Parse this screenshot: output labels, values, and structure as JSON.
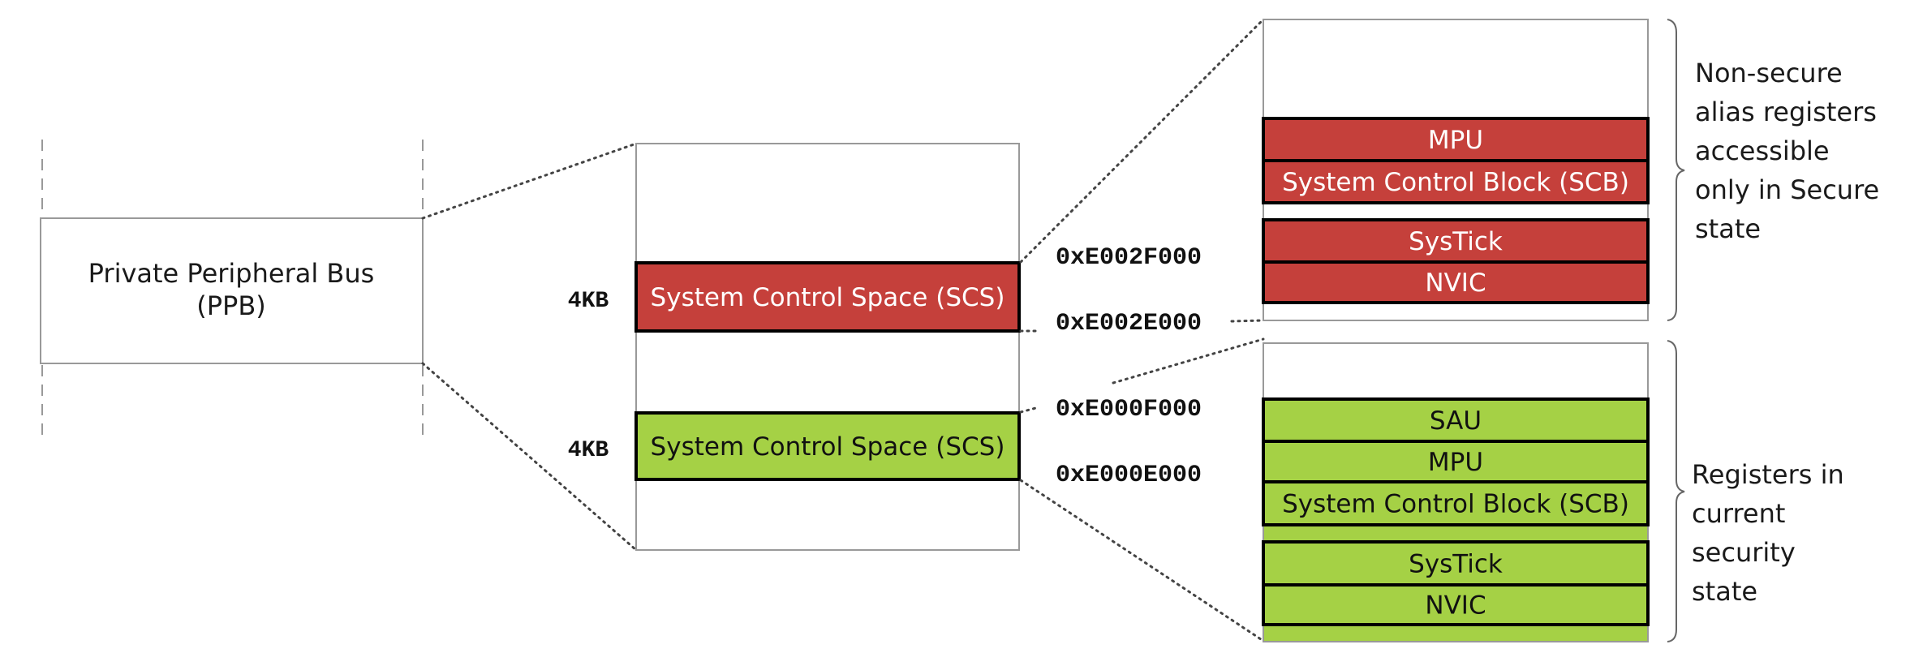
{
  "ppb": {
    "line1": "Private Peripheral Bus",
    "line2": "(PPB)"
  },
  "scs_blocks": [
    {
      "size": "4KB",
      "label": "System Control Space (SCS)",
      "state": "non-secure-alias"
    },
    {
      "size": "4KB",
      "label": "System Control Space (SCS)",
      "state": "current"
    }
  ],
  "addresses": {
    "nonsecure_end": "0xE002F000",
    "nonsecure_start": "0xE002E000",
    "current_end": "0xE000F000",
    "current_start": "0xE000E000"
  },
  "nonsecure_registers": [
    "MPU",
    "System Control Block (SCB)",
    "SysTick",
    "NVIC"
  ],
  "current_registers": [
    "SAU",
    "MPU",
    "System Control Block (SCB)",
    "SysTick",
    "NVIC"
  ],
  "notes": {
    "nonsecure": [
      "Non-secure",
      "alias registers",
      "accessible",
      "only in Secure",
      "state"
    ],
    "current": [
      "Registers in",
      "current",
      "security",
      "state"
    ]
  },
  "colors": {
    "nonsecure_fill": "#c5403b",
    "current_fill": "#a5d145",
    "nonsecure_text": "#ffffff",
    "current_text": "#111111",
    "outline": "#999999",
    "block_border": "#000000",
    "dotted": "#444444"
  }
}
